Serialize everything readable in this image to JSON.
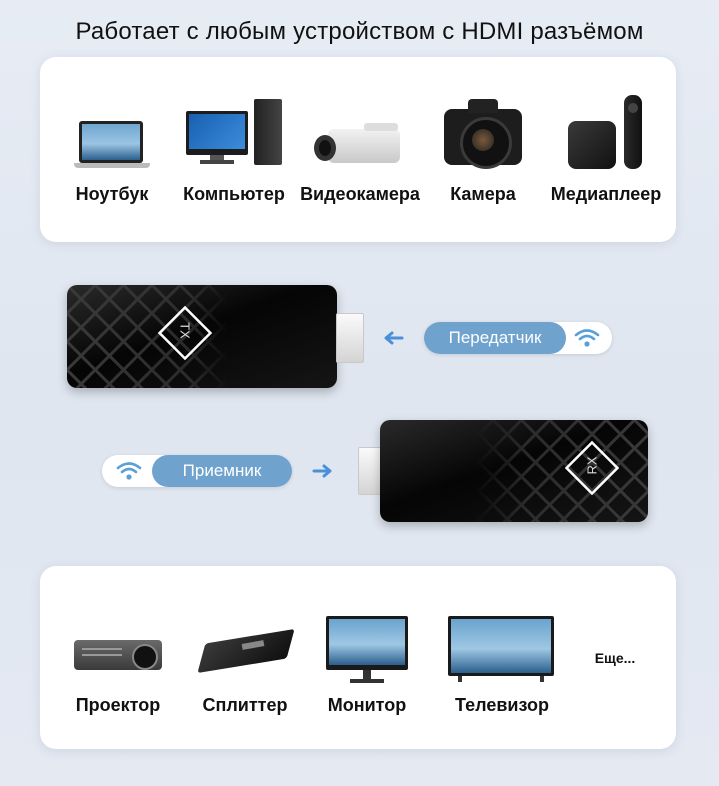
{
  "title": "Работает с любым устройством с HDMI разъёмом",
  "sources": {
    "laptop": "Ноутбук",
    "computer": "Компьютер",
    "camcorder": "Видеокамера",
    "camera": "Камера",
    "mediaplayer": "Медиаплеер"
  },
  "transmitter": {
    "label": "Передатчик",
    "device_mark": "TX"
  },
  "receiver": {
    "label": "Приемник",
    "device_mark": "RX"
  },
  "displays": {
    "projector": "Проектор",
    "splitter": "Сплиттер",
    "monitor": "Монитор",
    "tv": "Телевизор",
    "more": "Еще..."
  },
  "colors": {
    "accent": "#6fa2cd",
    "wifi": "#5aa0d8",
    "arrow": "#4a90d9"
  }
}
